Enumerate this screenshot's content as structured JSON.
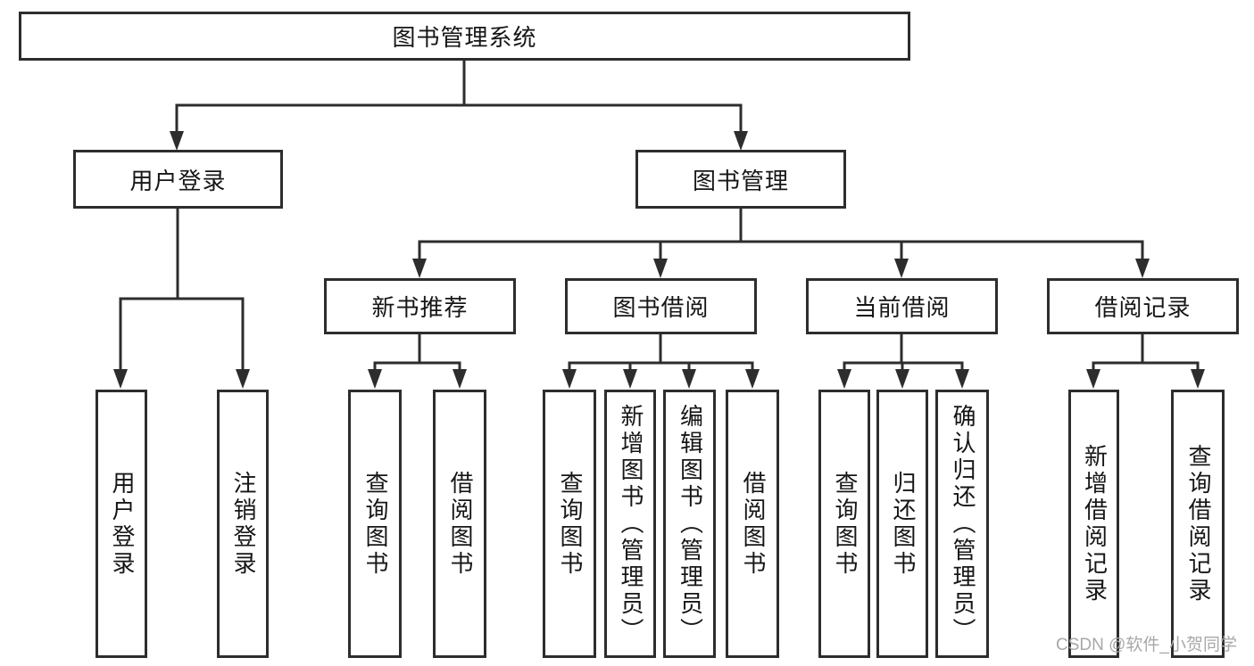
{
  "diagram": {
    "root": "图书管理系统",
    "level2": {
      "user_login": "用户登录",
      "book_management": "图书管理"
    },
    "level3": {
      "new_book": "新书推荐",
      "book_borrow": "图书借阅",
      "current_borrow": "当前借阅",
      "borrow_records": "借阅记录"
    },
    "leaves": {
      "user_login": "用户登录",
      "logout": "注销登录",
      "nb_query": "查询图书",
      "nb_borrow": "借阅图书",
      "bb_query": "查询图书",
      "bb_add": "新增图书（管理员）",
      "bb_edit": "编辑图书（管理员）",
      "bb_borrow": "借阅图书",
      "cb_query": "查询图书",
      "cb_return": "归还图书",
      "cb_confirm": "确认归还（管理员）",
      "br_add": "新增借阅记录",
      "br_query": "查询借阅记录"
    }
  },
  "watermark": "CSDN @软件_小贺同学",
  "colors": {
    "line": "#2d2d2d",
    "box_border": "#2d2d2d",
    "text": "#161616",
    "watermark": "#a8a8a8",
    "background": "#ffffff"
  }
}
